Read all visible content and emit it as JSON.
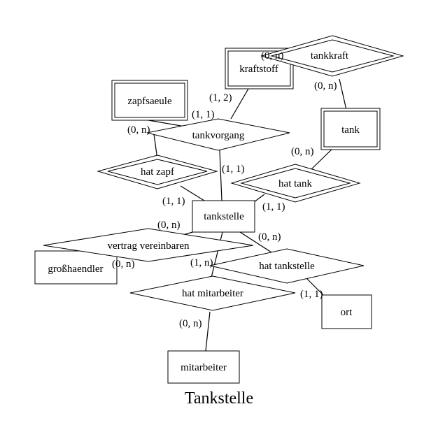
{
  "diagram": {
    "title": "Tankstelle",
    "entities": {
      "kraftstoff": "kraftstoff",
      "zapfsaeule": "zapfsaeule",
      "tank": "tank",
      "tankstelle": "tankstelle",
      "grosshaendler": "großhaendler",
      "ort": "ort",
      "mitarbeiter": "mitarbeiter"
    },
    "relationships": {
      "tankkraft": "tankkraft",
      "tankvorgang": "tankvorgang",
      "hat_zapf": "hat zapf",
      "hat_tank": "hat tank",
      "vertrag_vereinbaren": "vertrag vereinbaren",
      "hat_tankstelle": "hat tankstelle",
      "hat_mitarbeiter": "hat mitarbeiter"
    },
    "cardinalities": {
      "kraftstoff_tankkraft": "(0, n)",
      "tankkraft_tank": "(0, n)",
      "kraftstoff_tankvorgang": "(1, 2)",
      "zapfsaeule_tankvorgang": "(1, 1)",
      "tankvorgang_left": "(0, n)",
      "tankvorgang_tankstelle": "(1, 1)",
      "tank_hattank": "(0, n)",
      "hattank_tankstelle": "(1, 1)",
      "hatzapf_tankstelle": "(1, 1)",
      "tankstelle_vertrag": "(0, n)",
      "grosshaendler_vertrag": "(0, n)",
      "tankstelle_hattankstelle": "(0, n)",
      "hattankstelle_ort": "(1, 1)",
      "tankstelle_hatmitarbeiter": "(1, n)",
      "hatmitarbeiter_mitarbeiter": "(0, n)"
    }
  }
}
